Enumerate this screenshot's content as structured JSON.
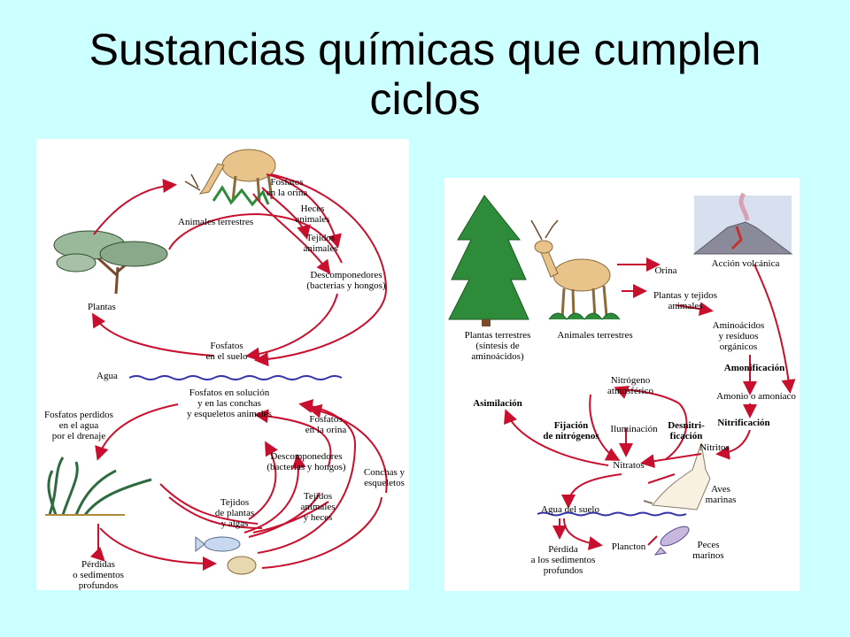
{
  "title": {
    "line1": "Sustancias químicas que cumplen",
    "line2": "ciclos"
  },
  "colors": {
    "background": "#ccffff",
    "arrow": "#c8102e",
    "water": "#3333aa"
  },
  "phosphorus_cycle": {
    "labels": {
      "animales_terrestres": "Animales terrestres",
      "fosfatos_orina_1": "Fosfatos",
      "fosfatos_orina_2": "en la orina",
      "heces_1": "Heces",
      "heces_2": "animales",
      "tejidos_1": "Tejidos",
      "tejidos_2": "animales",
      "descomp_1": "Descomponedores",
      "descomp_2": "(bacterias y hongos)",
      "plantas": "Plantas",
      "fosfatos_suelo_1": "Fosfatos",
      "fosfatos_suelo_2": "en el suelo",
      "agua": "Agua",
      "fosf_sol_1": "Fosfatos en solución",
      "fosf_sol_2": "y en las conchas",
      "fosf_sol_3": "y esqueletos animales",
      "perdidos_1": "Fosfatos perdidos",
      "perdidos_2": "en el agua",
      "perdidos_3": "por el drenaje",
      "fosf_orina2_1": "Fosfatos",
      "fosf_orina2_2": "en la orina",
      "descomp2_1": "Descomponedores",
      "descomp2_2": "(bacterias y hongos)",
      "conchas_1": "Conchas y",
      "conchas_2": "esqueletos",
      "tej_animales_1": "Tejidos",
      "tej_animales_2": "animales",
      "tej_animales_3": "y heces",
      "tej_plantas_1": "Tejidos",
      "tej_plantas_2": "de plantas",
      "tej_plantas_3": "y algas",
      "perdidas_1": "Pérdidas",
      "perdidas_2": "o sedimentos",
      "perdidas_3": "profundos"
    }
  },
  "nitrogen_cycle": {
    "labels": {
      "accion_volcanica": "Acción volcánica",
      "orina": "Orina",
      "plantas_tejidos_1": "Plantas y tejidos",
      "plantas_tejidos_2": "animales",
      "aminoacidos_1": "Aminoácidos",
      "aminoacidos_2": "y residuos",
      "aminoacidos_3": "orgánicos",
      "amonificacion": "Amonificación",
      "amonio": "Amonio o amoníaco",
      "nitrificacion": "Nitrificación",
      "nitritos": "Nitritos",
      "plantas_terrestres_1": "Plantas terrestres",
      "plantas_terrestres_2": "(síntesis de",
      "plantas_terrestres_3": "aminoácidos)",
      "animales_terrestres": "Animales terrestres",
      "asimilacion": "Asimilación",
      "nitrogeno_1": "Nitrógeno",
      "nitrogeno_2": "atmosférico",
      "fijacion_1": "Fijación",
      "fijacion_2": "de nitrógenos",
      "iluminacion": "Iluminación",
      "desnitri_1": "Desnitri-",
      "desnitri_2": "ficación",
      "nitratos": "Nitratos",
      "aves_1": "Aves",
      "aves_2": "marinas",
      "agua_suelo": "Agua del suelo",
      "plancton": "Plancton",
      "peces_1": "Peces",
      "peces_2": "marinos",
      "perdida_1": "Pérdida",
      "perdida_2": "a los sedimentos",
      "perdida_3": "profundos"
    }
  }
}
